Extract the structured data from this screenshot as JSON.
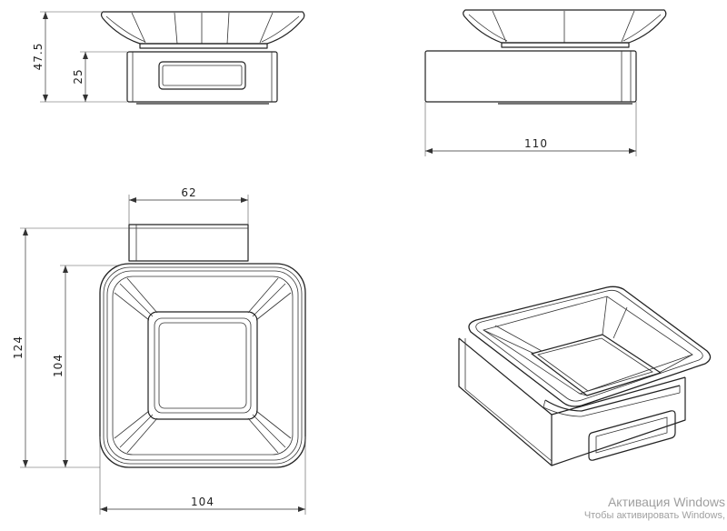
{
  "dimensions": {
    "front_height_total": "47.5",
    "front_height_holder": "25",
    "side_depth": "110",
    "top_width_holder": "62",
    "top_height_total": "124",
    "top_height_dish": "104",
    "top_width_dish": "104"
  },
  "watermark": {
    "title": "Активация Windows",
    "subtitle": "Чтобы активировать Windows,"
  },
  "colors": {
    "line": "#222222",
    "watermark": "#a0a0a0",
    "background": "#ffffff"
  }
}
